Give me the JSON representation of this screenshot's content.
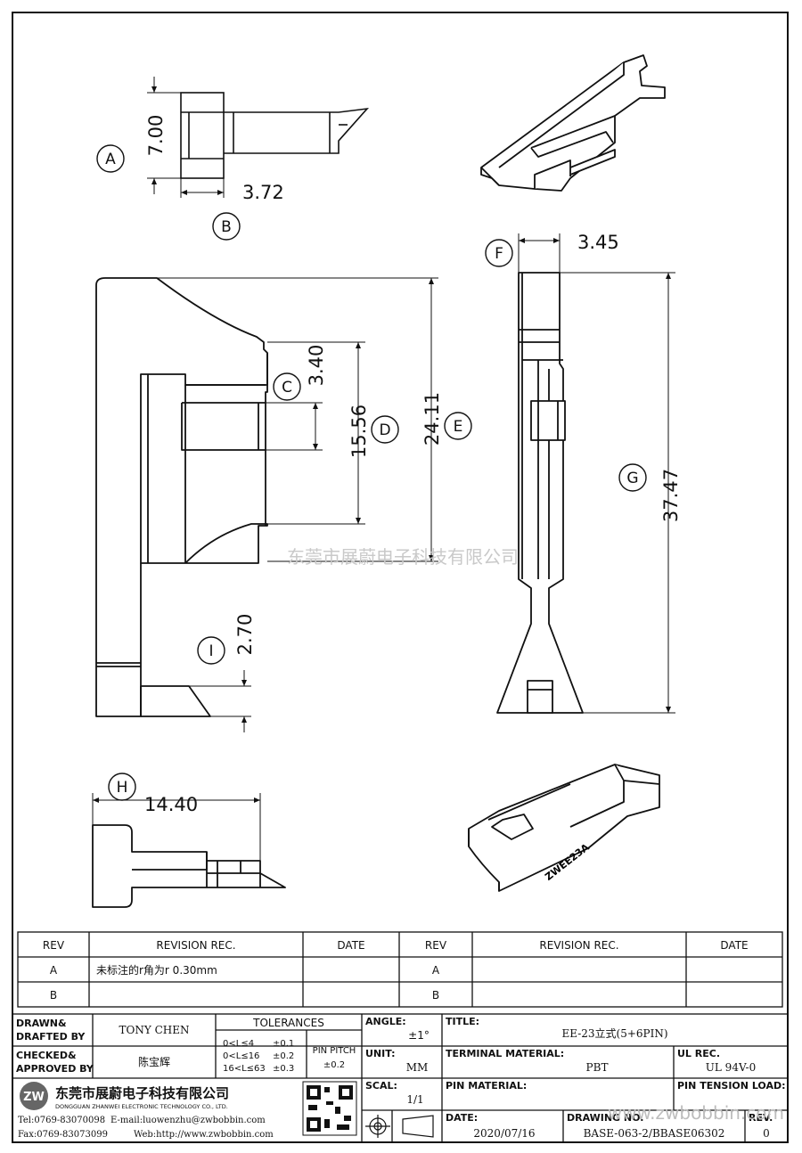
{
  "dimensions": {
    "a": {
      "label": "A",
      "value": "7.00"
    },
    "b": {
      "label": "B",
      "value": "3.72"
    },
    "c": {
      "label": "C",
      "value": "3.40"
    },
    "d": {
      "label": "D",
      "value": "15.56"
    },
    "e": {
      "label": "E",
      "value": "24.11"
    },
    "f": {
      "label": "F",
      "value": "3.45"
    },
    "g": {
      "label": "G",
      "value": "37.47"
    },
    "h": {
      "label": "H",
      "value": "14.40"
    },
    "i": {
      "label": "I",
      "value": "2.70"
    }
  },
  "watermark_center": "东莞市展蔚电子科技有限公司",
  "watermark_url": "www.zwbobbin.com",
  "part_marking": "ZWEE23A",
  "revision_table": {
    "headers": [
      "REV",
      "REVISION REC.",
      "DATE",
      "REV",
      "REVISION REC.",
      "DATE"
    ],
    "rows": [
      {
        "rev": "A",
        "rec": "未标注的r角为r 0.30mm",
        "date": "",
        "rev2": "A",
        "rec2": "",
        "date2": ""
      },
      {
        "rev": "B",
        "rec": "",
        "date": "",
        "rev2": "B",
        "rec2": "",
        "date2": ""
      }
    ]
  },
  "title_block": {
    "drawn_label": "DRAWN&",
    "drafted_label": "DRAFTED BY",
    "drawn_by": "TONY CHEN",
    "checked_label": "CHECKED&",
    "approved_label": "APPROVED BY",
    "approved_by": "陈宝辉",
    "tolerances_label": "TOLERANCES",
    "tol_rows": [
      {
        "range": "0<L≤4",
        "tol": "±0.1"
      },
      {
        "range": "0<L≤16",
        "tol": "±0.2"
      },
      {
        "range": "16<L≤63",
        "tol": "±0.3"
      }
    ],
    "pin_pitch_label": "PIN PITCH",
    "pin_pitch_tol": "±0.2",
    "angle_label": "ANGLE:",
    "angle_value": "±1°",
    "unit_label": "UNIT:",
    "unit_value": "MM",
    "scale_label": "SCAL:",
    "scale_value": "1/1",
    "title_label": "TITLE:",
    "title_value": "EE-23立式(5+6PIN)",
    "terminal_label": "TERMINAL MATERIAL:",
    "terminal_value": "PBT",
    "ul_label": "UL REC.",
    "ul_value": "UL 94V-0",
    "pin_material_label": "PIN MATERIAL:",
    "pin_material_value": "",
    "pin_tension_label": "PIN TENSION LOAD:",
    "pin_tension_value": "",
    "date_label": "DATE:",
    "date_value": "2020/07/16",
    "drawing_no_label": "DRAWING NO.",
    "drawing_no_value": "BASE-063-2/BBASE06302",
    "rev_label": "REV.",
    "rev_value": "0",
    "company_cn": "东莞市展蔚电子科技有限公司",
    "company_en": "DONGGUAN ZHANWEI ELECTRONIC TECHNOLOGY CO., LTD.",
    "tel": "Tel:0769-83070098",
    "email": "E-mail:luowenzhu@zwbobbin.com",
    "fax": "Fax:0769-83073099",
    "web": "Web:http://www.zwbobbin.com"
  }
}
